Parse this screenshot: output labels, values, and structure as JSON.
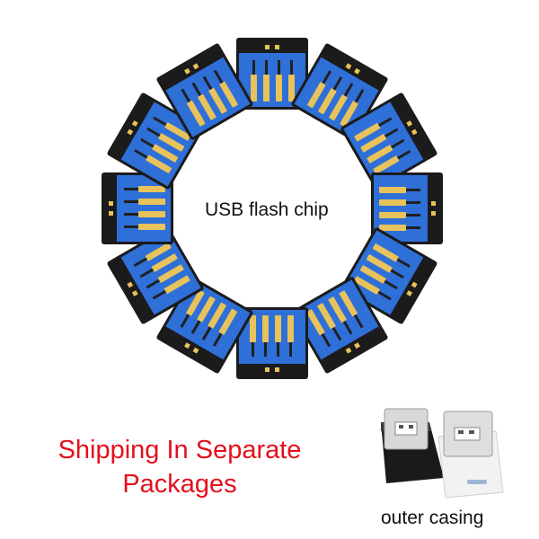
{
  "center_label": "USB flash chip",
  "headline": {
    "line1": "Shipping In Separate",
    "line2": "Packages"
  },
  "casing_label": "outer casing",
  "chip_count": 12,
  "colors": {
    "chip_blue": "#2f6fd8",
    "chip_edge": "#1b1b1b",
    "gold": "#e8c25a",
    "headline_red": "#e4101c",
    "casing_black": "#1a1a1a",
    "casing_white": "#f2f2f2"
  }
}
